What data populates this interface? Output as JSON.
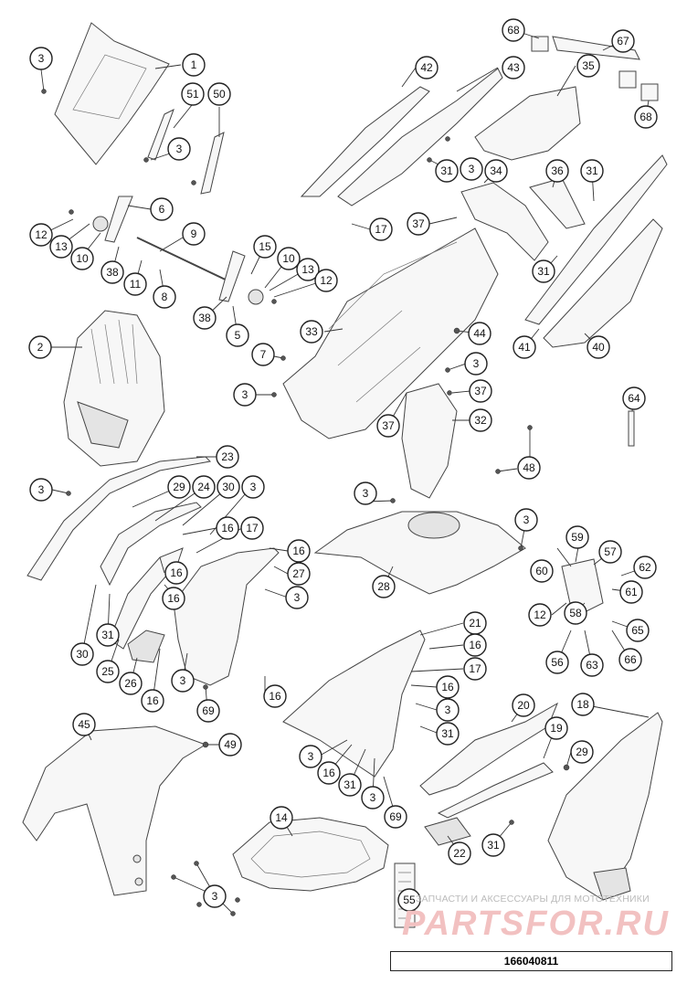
{
  "document_number": "166040811",
  "watermark": {
    "caption": "ЗАПЧАСТИ И АКСЕССУАРЫ ДЛЯ МОТОТЕХНИКИ",
    "logo": "PARTSFOR.RU"
  },
  "callouts": [
    "1",
    "2",
    "3",
    "5",
    "6",
    "7",
    "8",
    "9",
    "10",
    "11",
    "12",
    "13",
    "14",
    "15",
    "16",
    "17",
    "18",
    "19",
    "20",
    "21",
    "22",
    "23",
    "24",
    "25",
    "26",
    "27",
    "28",
    "29",
    "30",
    "31",
    "32",
    "33",
    "34",
    "35",
    "36",
    "37",
    "38",
    "40",
    "41",
    "42",
    "43",
    "44",
    "45",
    "48",
    "49",
    "50",
    "51",
    "55",
    "56",
    "57",
    "58",
    "59",
    "60",
    "61",
    "62",
    "63",
    "64",
    "65",
    "66",
    "67",
    "68",
    "69"
  ]
}
